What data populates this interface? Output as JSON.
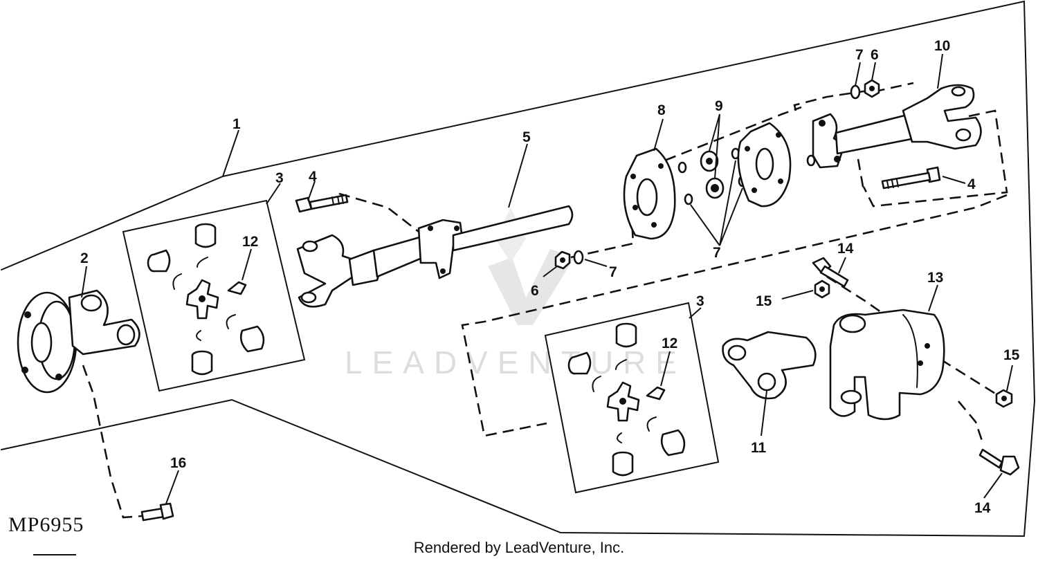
{
  "diagram": {
    "callouts": {
      "c1": "1",
      "c2": "2",
      "c3a": "3",
      "c3b": "3",
      "c4a": "4",
      "c4b": "4",
      "c5": "5",
      "c6a": "6",
      "c6b": "6",
      "c7a": "7",
      "c7b": "7",
      "c7c": "7",
      "c8": "8",
      "c9": "9",
      "c10": "10",
      "c11": "11",
      "c12a": "12",
      "c12b": "12",
      "c13": "13",
      "c14a": "14",
      "c14b": "14",
      "c15a": "15",
      "c15b": "15",
      "c16": "16"
    },
    "drawing_code": "MP6955",
    "watermark": "LEADVENTURE",
    "footer": "Rendered by LeadVenture, Inc.",
    "colors": {
      "ink": "#111111",
      "watermark": "#d9d9d9",
      "background": "#ffffff"
    }
  }
}
